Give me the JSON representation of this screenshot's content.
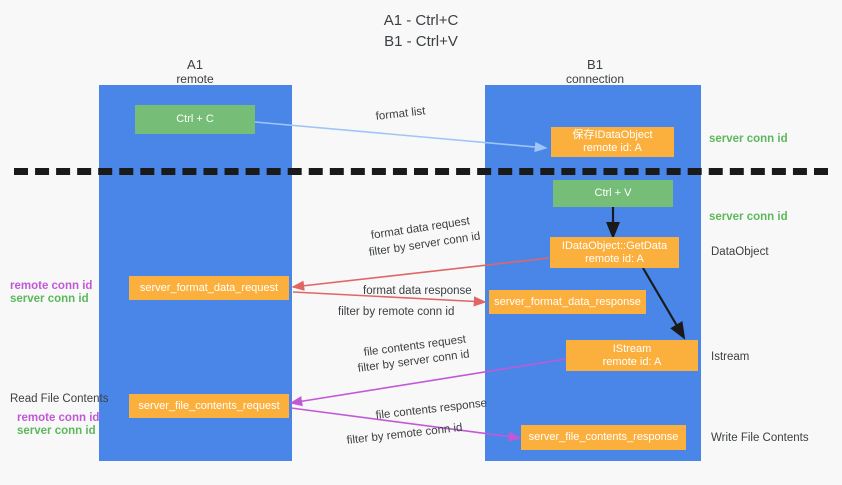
{
  "title": {
    "line1": "A1 - Ctrl+C",
    "line2": "B1 - Ctrl+V"
  },
  "lanes": [
    {
      "name": "A1",
      "sub": "remote"
    },
    {
      "name": "B1",
      "sub": "connection"
    }
  ],
  "boxes": {
    "ctrl_c": "Ctrl + C",
    "ctrl_v": "Ctrl + V",
    "idataobject_line1": "保存IDataObject",
    "idataobject_line2": "remote id: A",
    "getdata_line1": "IDataObject::GetData",
    "getdata_line2": "remote id: A",
    "istream_line1": "IStream",
    "istream_line2": "remote id: A",
    "server_format_data_request": "server_format_data_request",
    "server_format_data_response": "server_format_data_response",
    "server_file_contents_request": "server_file_contents_request",
    "server_file_contents_response": "server_file_contents_response"
  },
  "flow_labels": {
    "format_list": "format list",
    "format_data_request": "format data request",
    "format_data_request_filter_prefix": "filter by ",
    "format_data_request_filter_value": "server conn id",
    "format_data_response": "format data response",
    "format_data_response_filter_prefix": "filter by ",
    "format_data_response_filter_value": "remote conn id",
    "file_contents_request": "file contents request",
    "file_contents_request_filter_prefix": "filter by ",
    "file_contents_request_filter_value": "server conn id",
    "file_contents_response": "file contents response",
    "file_contents_response_filter_prefix": "filter by ",
    "file_contents_response_filter_value": "remote conn id"
  },
  "left_notes": {
    "remote_conn_id": "remote conn id",
    "server_conn_id": "server conn id",
    "read_file_contents": "Read File Contents",
    "remote_conn_id_2": "remote conn id",
    "server_conn_id_2": "server conn id"
  },
  "right_notes": {
    "server_conn_id_top": "server conn id",
    "server_conn_id_mid": "server conn id",
    "dataobject": "DataObject",
    "istream": "Istream",
    "write_file_contents": "Write File Contents"
  },
  "colors": {
    "lane": "#4a86e8",
    "green_box": "#76be77",
    "orange_box": "#fbb03e",
    "arrow_blue": "#9fc5f8",
    "arrow_red": "#e06666",
    "arrow_magenta": "#c159d6",
    "arrow_black": "#1a1a1a",
    "text_green": "#5cb85c",
    "text_purple": "#c159d6",
    "background": "#f8f8f8"
  }
}
